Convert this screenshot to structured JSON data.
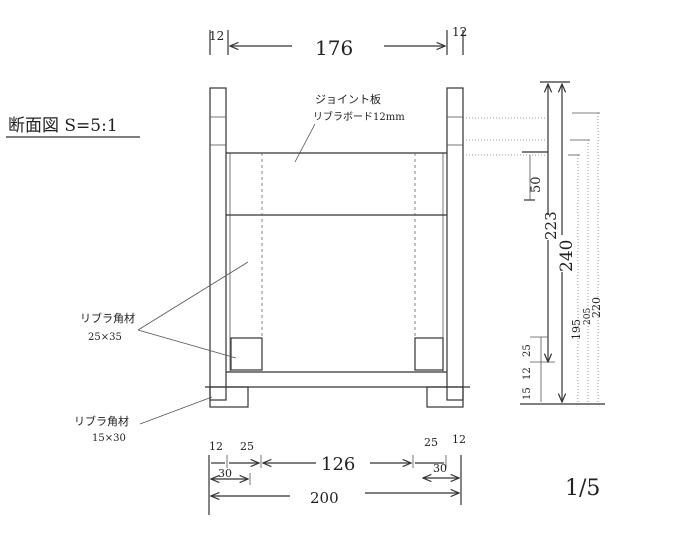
{
  "title": "断面図 S=5:1",
  "scale_note": "1/5",
  "labels": {
    "joint_plate_line1": "ジョイント板",
    "joint_plate_line2": "リブラボード12mm",
    "lumber_a_line1": "リブラ角材",
    "lumber_a_line2": "25×35",
    "lumber_b_line1": "リブラ角材",
    "lumber_b_line2": "15×30"
  },
  "dims_top": {
    "left": "12",
    "center": "176",
    "right": "12"
  },
  "dims_bottom": {
    "left_12": "12",
    "left_25": "25",
    "center": "126",
    "right_25": "25",
    "right_12": "12",
    "left_30": "30",
    "right_30": "30",
    "total": "200"
  },
  "dims_right": {
    "d50": "50",
    "d223": "223",
    "d240": "240",
    "d25": "25",
    "d12": "12",
    "d15": "15",
    "d195": "195",
    "d205": "205",
    "d220": "220"
  }
}
